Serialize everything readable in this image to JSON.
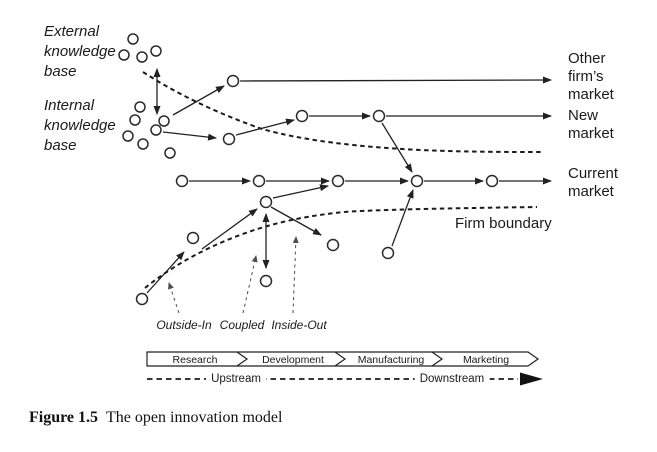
{
  "labels": {
    "external_kb": "External\nknowledge\nbase",
    "internal_kb": "Internal\nknowledge\nbase",
    "other_firms_market": "Other\nfirm’s\nmarket",
    "new_market": "New\nmarket",
    "current_market": "Current\nmarket",
    "firm_boundary": "Firm boundary",
    "outside_in": "Outside-In",
    "coupled": "Coupled",
    "inside_out": "Inside-Out"
  },
  "process_stages": [
    "Research",
    "Development",
    "Manufacturing",
    "Marketing"
  ],
  "flow": {
    "upstream": "Upstream",
    "downstream": "Downstream"
  },
  "figure": {
    "caption_label": "Figure 1.5",
    "caption_text": "The open innovation model"
  },
  "colors": {
    "line": "#222222",
    "leader": "#4d4d4d",
    "text": "#1a1a1a"
  }
}
